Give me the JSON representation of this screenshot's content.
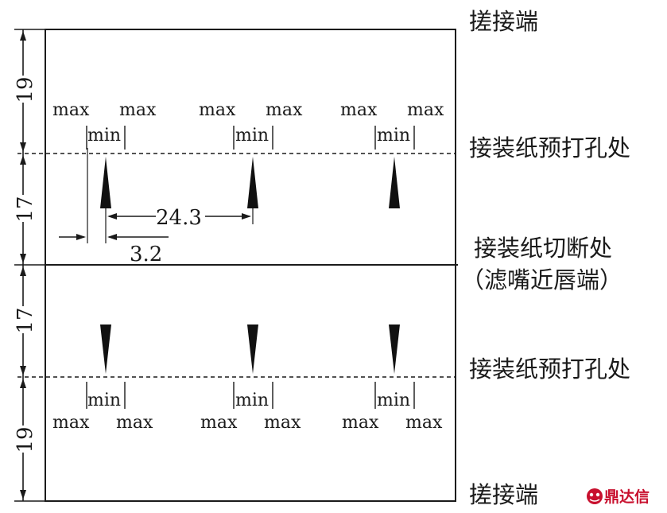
{
  "labels": {
    "top_end": "搓接端",
    "perforation_top": "接装纸预打孔处",
    "cut_line_1": "接装纸切断处",
    "cut_line_2": "（滤嘴近唇端）",
    "perforation_bottom": "接装纸预打孔处",
    "bottom_end": "搓接端"
  },
  "dimensions": {
    "top_margin": "19",
    "top_section": "17",
    "bottom_section": "17",
    "bottom_margin": "19",
    "spacing": "24.3",
    "offset": "3.2"
  },
  "hole_marks": {
    "max": "max",
    "min": "min"
  },
  "watermark": {
    "text": "鼎达信",
    "color": "#c8102e"
  }
}
